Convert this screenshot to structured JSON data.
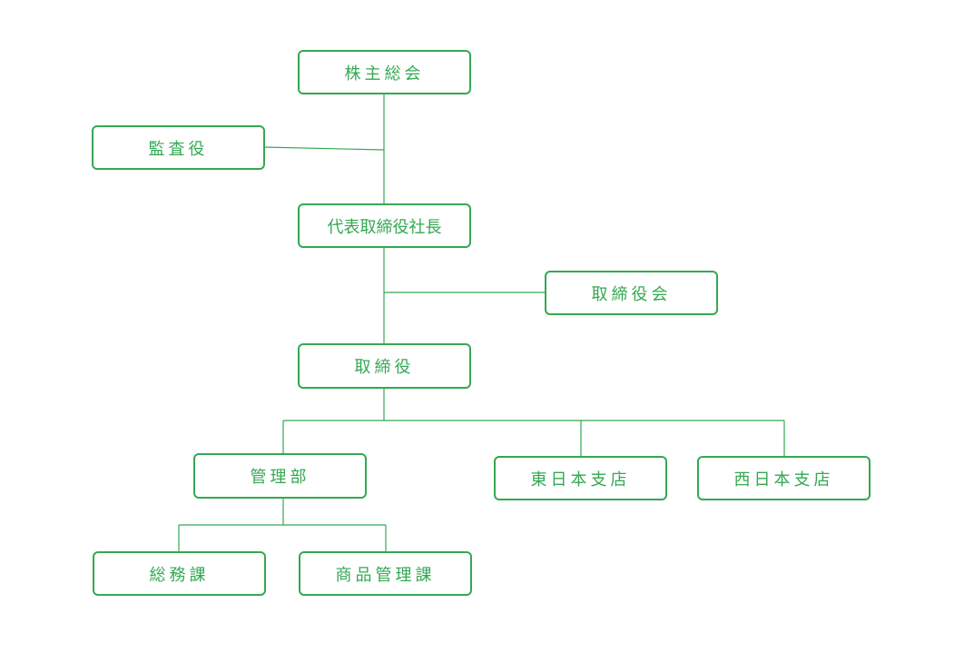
{
  "diagram": {
    "accent_color": "#34a853",
    "nodes": {
      "shareholders_meeting": "株主総会",
      "auditor": "監査役",
      "representative_director": "代表取締役社長",
      "board_of_directors": "取締役会",
      "director": "取締役",
      "administration_dept": "管理部",
      "east_japan_branch": "東日本支店",
      "west_japan_branch": "西日本支店",
      "general_affairs_section": "総務課",
      "product_management_section": "商品管理課"
    }
  }
}
